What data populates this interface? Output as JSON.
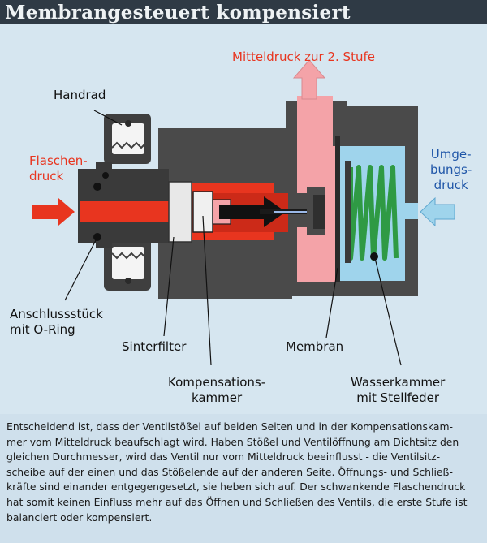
{
  "title": "Membrangesteuert kompensiert",
  "labels": {
    "mitteldruck": "Mitteldruck zur 2. Stufe",
    "handrad": "Handrad",
    "flaschendruck": [
      "Flaschen-",
      "druck"
    ],
    "umgebungsdruck": [
      "Umge-",
      "bungs-",
      "druck"
    ],
    "anschluss": [
      "Anschlussstück",
      "mit O-Ring"
    ],
    "sinterfilter": "Sinterfilter",
    "membran": "Membran",
    "kompensation": [
      "Kompensations-",
      "kammer"
    ],
    "wasserkammer": [
      "Wasserkammer",
      "mit Stellfeder"
    ]
  },
  "caption": [
    "Entscheidend ist, dass der Ventilstößel auf beiden Seiten und in der Kompensationskam-",
    "mer vom Mitteldruck beaufschlagt wird. Haben Stößel und Ventilöffnung am Dichtsitz den",
    "gleichen Durchmesser, wird das Ventil nur vom Mitteldruck beeinflusst - die Ventilsitz-",
    "scheibe auf der einen und das Stößelende auf der anderen Seite. Öffnungs- und Schließ-",
    "kräfte sind einander entgegengesetzt, sie heben sich auf. Der schwankende Flaschendruck",
    "hat somit keinen Einfluss mehr auf das Öffnen und Schließen des Ventils, die erste Stufe ist",
    "balanciert oder kompensiert."
  ],
  "colors": {
    "flaschendruck": "#e8351f",
    "mitteldruck": "#f4a3a8",
    "umgebung": "#9fd4ec",
    "housing": "#4a4a4a",
    "spring": "#2f9a44"
  }
}
